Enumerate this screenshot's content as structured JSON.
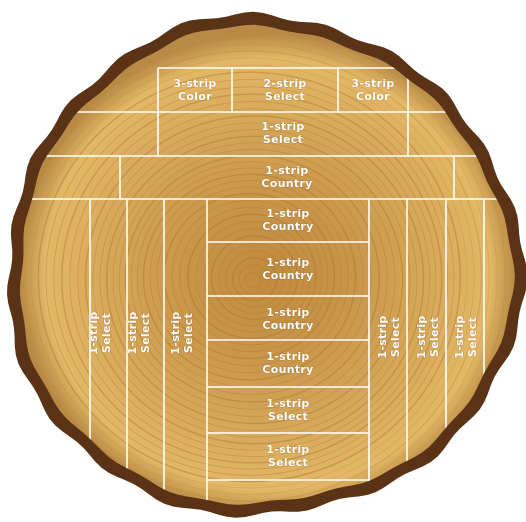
{
  "colors": {
    "bark": "#6b3f1d",
    "bark_dark": "#3f220c",
    "sapwood": "#e4b969",
    "heartwood": "#c8923f",
    "ring": "#a8742d",
    "grid_line": "#ffffff"
  },
  "top_row": [
    {
      "line1": "3-strip",
      "line2": "Color"
    },
    {
      "line1": "2-strip",
      "line2": "Select"
    },
    {
      "line1": "3-strip",
      "line2": "Color"
    }
  ],
  "row2": {
    "line1": "1-strip",
    "line2": "Select"
  },
  "row3": {
    "line1": "1-strip",
    "line2": "Country"
  },
  "center_stack": [
    {
      "line1": "1-strip",
      "line2": "Country"
    },
    {
      "line1": "1-strip",
      "line2": "Country"
    },
    {
      "line1": "1-strip",
      "line2": "Country"
    },
    {
      "line1": "1-strip",
      "line2": "Country"
    },
    {
      "line1": "1-strip",
      "line2": "Select"
    },
    {
      "line1": "1-strip",
      "line2": "Select"
    }
  ],
  "left_verticals": [
    {
      "line1": "1-strip",
      "line2": "Select"
    },
    {
      "line1": "1-strip",
      "line2": "Select"
    },
    {
      "line1": "1-strip",
      "line2": "Select"
    }
  ],
  "right_verticals": [
    {
      "line1": "1-strip",
      "line2": "Select"
    },
    {
      "line1": "1-strip",
      "line2": "Select"
    },
    {
      "line1": "1-strip",
      "line2": "Select"
    }
  ]
}
